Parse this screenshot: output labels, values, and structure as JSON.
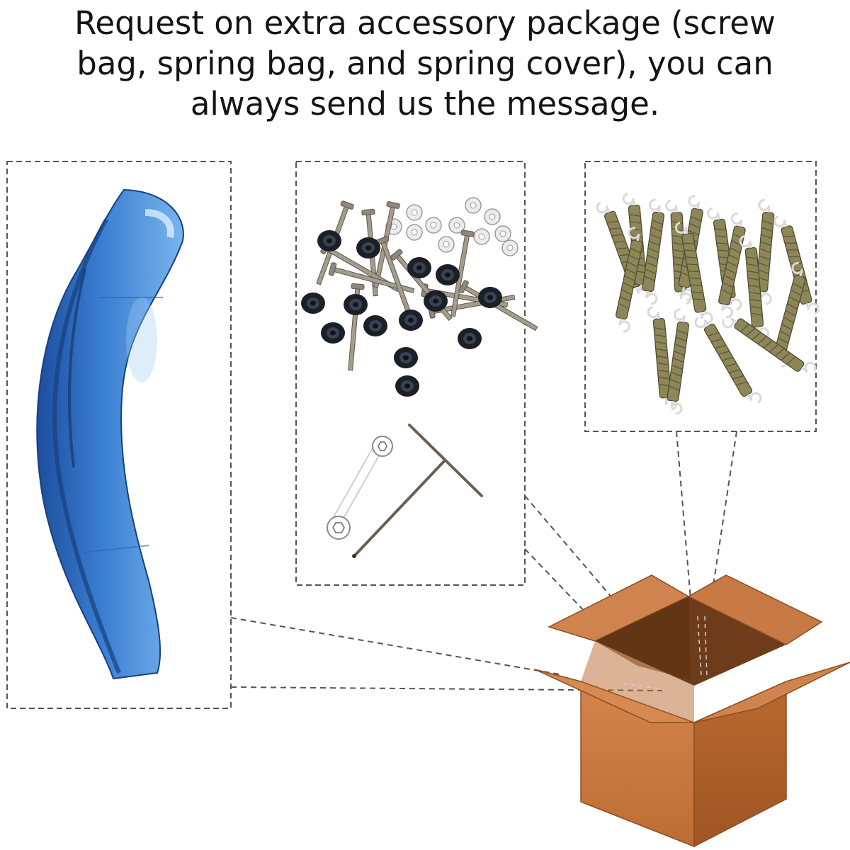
{
  "headline": {
    "lines": [
      "Request on extra accessory package (screw",
      "bag, spring bag, and spring cover), you can",
      "always send us the message."
    ]
  },
  "colors": {
    "dash": "#555555",
    "pad_dark": "#1c4e9c",
    "pad_mid": "#3b7fd2",
    "pad_light": "#79b4ec",
    "box_front": "#c9793e",
    "box_side": "#ad6129",
    "box_inside": "#6e3c1a",
    "box_flap": "#cf8450",
    "metal": "#a49c8d",
    "rubber": "#1b1f26",
    "spring": "#8c8658"
  },
  "panels": [
    {
      "name": "spring-cover-panel",
      "icon": "spring-cover-pad-icon"
    },
    {
      "name": "screw-bag-panel",
      "icon": "screw-bag-hardware-icon"
    },
    {
      "name": "spring-bag-panel",
      "icon": "springs-icon"
    }
  ],
  "package": {
    "icon": "open-cardboard-box-icon"
  }
}
